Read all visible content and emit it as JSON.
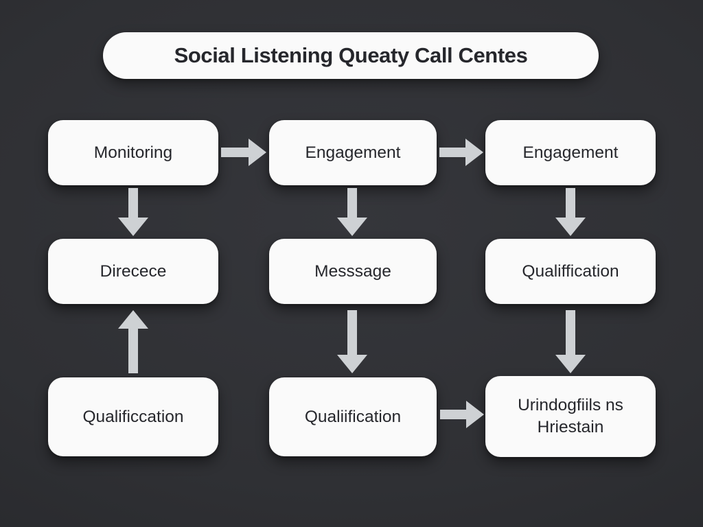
{
  "title": "Social Listening Queaty Call Centes",
  "colors": {
    "background": "#2f3034",
    "background_edge": "#232427",
    "box": "#fafafa",
    "arrow": "#ced1d4",
    "text": "#26272c"
  },
  "nodes": [
    {
      "id": "monitoring",
      "label": "Monitoring"
    },
    {
      "id": "engagement-1",
      "label": "Engagement"
    },
    {
      "id": "engagement-2",
      "label": "Engagement"
    },
    {
      "id": "direcece",
      "label": "Direcece"
    },
    {
      "id": "messsage",
      "label": "Messsage"
    },
    {
      "id": "qualiffication",
      "label": "Qualiffication"
    },
    {
      "id": "qualificcation",
      "label": "Qualificcation"
    },
    {
      "id": "qualiification",
      "label": "Qualiification"
    },
    {
      "id": "urindogfiils",
      "label": "Urindogfiils ns Hriestain"
    }
  ],
  "edges": [
    {
      "from": "monitoring",
      "to": "engagement-1",
      "direction": "right"
    },
    {
      "from": "engagement-1",
      "to": "engagement-2",
      "direction": "right"
    },
    {
      "from": "monitoring",
      "to": "direcece",
      "direction": "down"
    },
    {
      "from": "engagement-1",
      "to": "messsage",
      "direction": "down"
    },
    {
      "from": "engagement-2",
      "to": "qualiffication",
      "direction": "down"
    },
    {
      "from": "qualificcation",
      "to": "direcece",
      "direction": "up"
    },
    {
      "from": "messsage",
      "to": "qualiification",
      "direction": "down"
    },
    {
      "from": "qualiffication",
      "to": "urindogfiils",
      "direction": "down"
    },
    {
      "from": "qualiification",
      "to": "urindogfiils",
      "direction": "right"
    }
  ]
}
